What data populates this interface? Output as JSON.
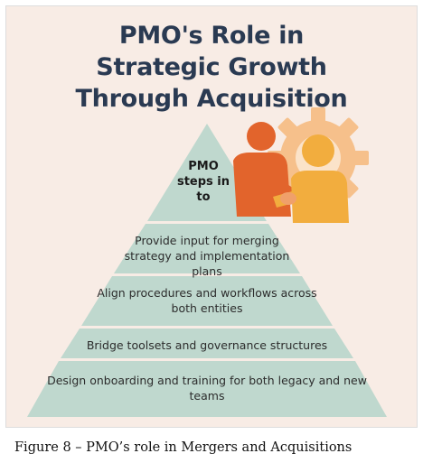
{
  "title_lines": [
    "PMO's Role in",
    "Strategic Growth",
    "Through Acquisition"
  ],
  "apex_label": "PMO steps in to",
  "tiers": [
    "Provide input for merging strategy and implementation plans",
    "Align procedures and workflows across both entities",
    "Bridge toolsets and governance structures",
    "Design onboarding and training for both legacy and new teams"
  ],
  "caption": "Figure 8 – PMO’s role in Mergers and Acquisitions",
  "colors": {
    "background": "#f8ece5",
    "pyramid": "#bfd8ce",
    "title": "#2a3a52",
    "person_orange": "#e2642c",
    "person_yellow": "#f2ad3e",
    "gear": "#f6c08b"
  },
  "icons": [
    "handshake-people-icon",
    "gear-icon"
  ]
}
